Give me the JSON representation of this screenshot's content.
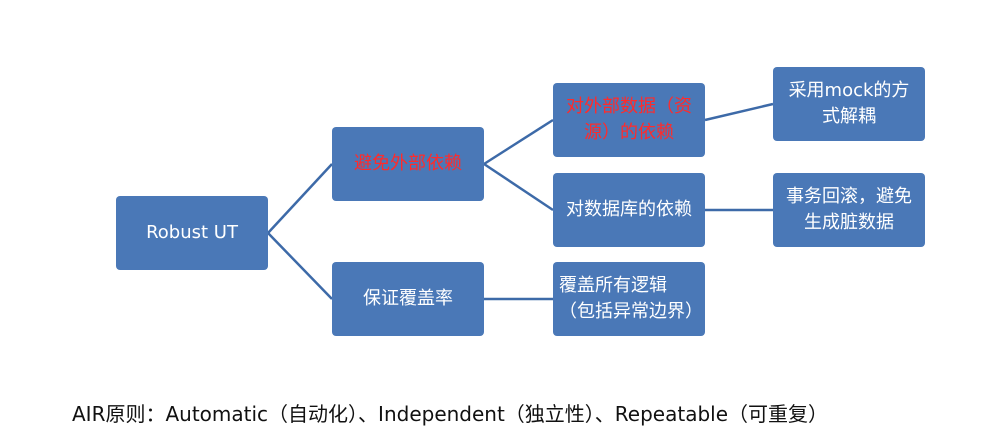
{
  "nodes": {
    "root": "Robust UT",
    "avoid": "避免外部依赖",
    "cover": "保证覆盖率",
    "ext": "对外部数据（资\n源）的依赖",
    "db": "对数据库的依赖",
    "all": "覆盖所有逻辑\n（包括异常边界）",
    "mock": "采用mock的方\n式解耦",
    "rollback": "事务回滚，避免\n生成脏数据"
  },
  "caption": "AIR原则：Automatic（自动化）、Independent（独立性）、Repeatable（可重复）",
  "colors": {
    "node_fill": "#4a78b7",
    "node_text": "#ffffff",
    "highlight_text": "#ff2b2b",
    "connector": "#3d6aa8"
  }
}
